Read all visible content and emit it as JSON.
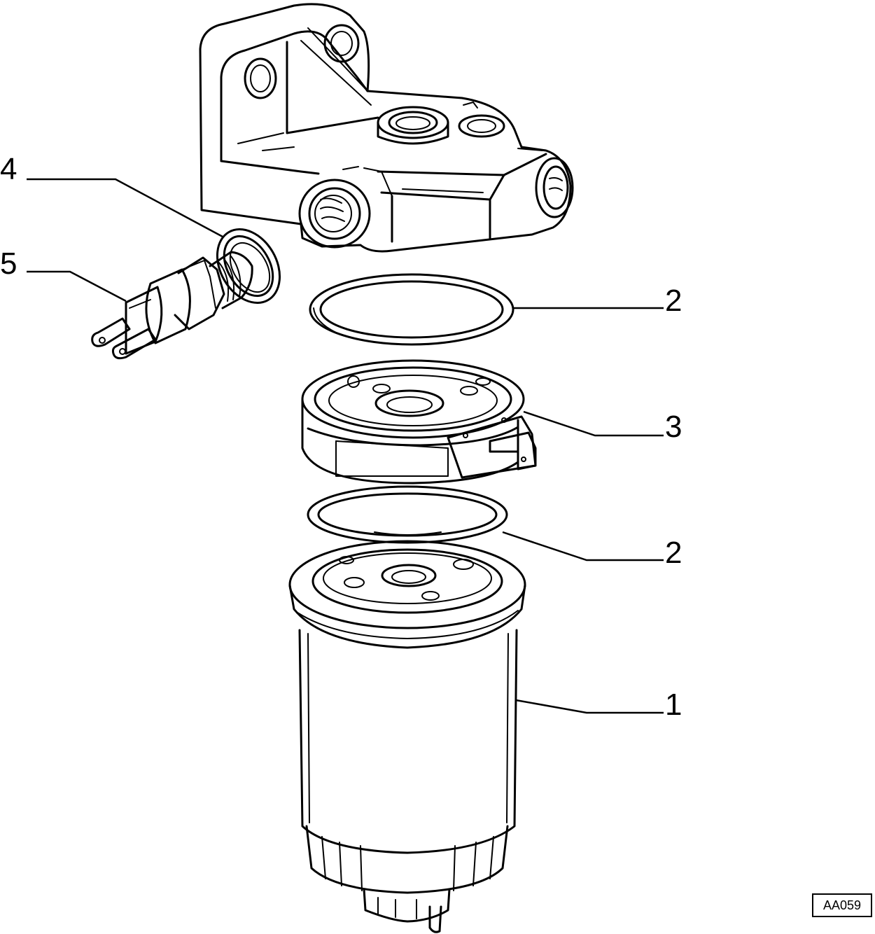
{
  "diagram": {
    "callouts": {
      "c4": "4",
      "c5": "5",
      "c2_top": "2",
      "c3": "3",
      "c2_bottom": "2",
      "c1": "1"
    },
    "drawing_code": "AA059"
  },
  "colors": {
    "ink": "#000000",
    "paper": "#ffffff"
  }
}
